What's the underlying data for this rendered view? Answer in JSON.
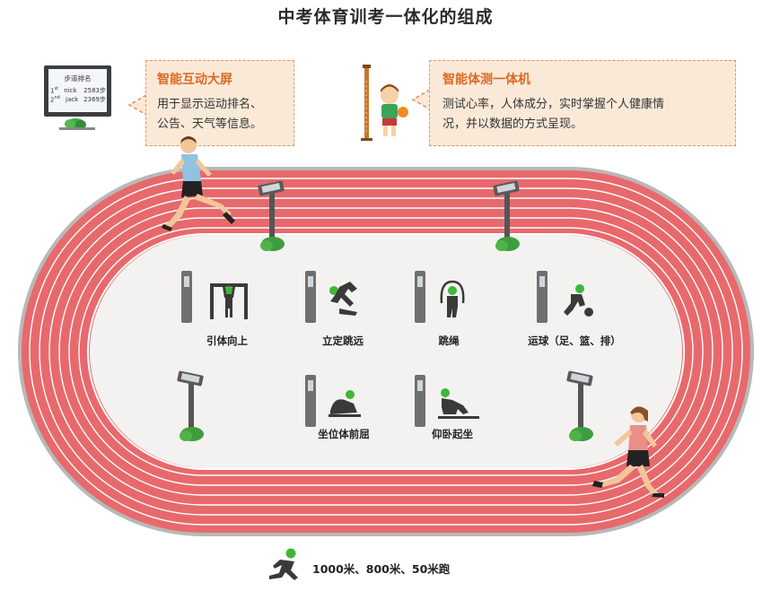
{
  "title": "中考体育训考一体化的组成",
  "screen_callout": {
    "title": "智能互动大屏",
    "body_lines": [
      "用于显示运动排名、",
      "公告、天气等信息。"
    ]
  },
  "device_callout": {
    "title": "智能体测一体机",
    "body_lines": [
      "测试心率，人体成分，实时掌握个人健康情",
      "况，并以数据的方式呈现。"
    ]
  },
  "monitor": {
    "heading": "步道排名",
    "rows": [
      {
        "rank": "1",
        "rank_suffix": "st",
        "name": "nick",
        "steps": "2583步"
      },
      {
        "rank": "2",
        "rank_suffix": "nd",
        "name": "jack",
        "steps": "2369步"
      }
    ]
  },
  "stations": [
    {
      "label": "引体向上",
      "icon": "pull-up-icon"
    },
    {
      "label": "立定跳远",
      "icon": "long-jump-icon"
    },
    {
      "label": "跳绳",
      "icon": "jump-rope-icon"
    },
    {
      "label": "运球（足、篮、排）",
      "icon": "ball-dribble-icon"
    },
    {
      "label": "坐位体前屈",
      "icon": "sit-reach-icon"
    },
    {
      "label": "仰卧起坐",
      "icon": "sit-up-icon"
    }
  ],
  "running_label": "1000米、800米、50米跑",
  "colors": {
    "track": "#e8696c",
    "track_edge": "#b8b8b8",
    "infield": "#f3f2f1",
    "accent_green": "#3fb63a",
    "callout_border": "#e7935b",
    "callout_bg": "#fbe9d8",
    "callout_title": "#d96a24",
    "kiosk": "#6f6f6f"
  }
}
